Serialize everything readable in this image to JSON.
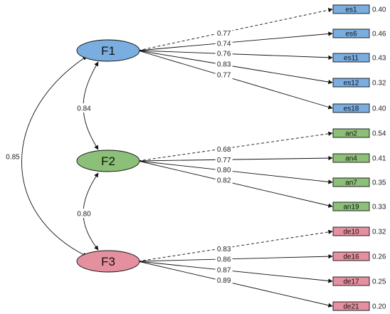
{
  "factors": [
    {
      "name": "F1",
      "color": "#7aaee0"
    },
    {
      "name": "F2",
      "color": "#8cc078"
    },
    {
      "name": "F3",
      "color": "#e5909e"
    }
  ],
  "correlations": [
    {
      "from": "F1",
      "to": "F2",
      "value": "0.84"
    },
    {
      "from": "F2",
      "to": "F3",
      "value": "0.80"
    },
    {
      "from": "F1",
      "to": "F3",
      "value": "0.85"
    }
  ],
  "indicators": [
    {
      "factor": "F1",
      "name": "es1",
      "loading": "0.77",
      "error": "0.40",
      "dashed": true
    },
    {
      "factor": "F1",
      "name": "es6",
      "loading": "0.74",
      "error": "0.46",
      "dashed": false
    },
    {
      "factor": "F1",
      "name": "es11",
      "loading": "0.76",
      "error": "0.43",
      "dashed": false
    },
    {
      "factor": "F1",
      "name": "es12",
      "loading": "0.83",
      "error": "0.32",
      "dashed": false
    },
    {
      "factor": "F1",
      "name": "es18",
      "loading": "0.77",
      "error": "0.40",
      "dashed": false
    },
    {
      "factor": "F2",
      "name": "an2",
      "loading": "0.68",
      "error": "0.54",
      "dashed": true
    },
    {
      "factor": "F2",
      "name": "an4",
      "loading": "0.77",
      "error": "0.41",
      "dashed": false
    },
    {
      "factor": "F2",
      "name": "an7",
      "loading": "0.80",
      "error": "0.35",
      "dashed": false
    },
    {
      "factor": "F2",
      "name": "an19",
      "loading": "0.82",
      "error": "0.33",
      "dashed": false
    },
    {
      "factor": "F3",
      "name": "de10",
      "loading": "0.83",
      "error": "0.32",
      "dashed": true
    },
    {
      "factor": "F3",
      "name": "de16",
      "loading": "0.86",
      "error": "0.26",
      "dashed": false
    },
    {
      "factor": "F3",
      "name": "de17",
      "loading": "0.87",
      "error": "0.25",
      "dashed": false
    },
    {
      "factor": "F3",
      "name": "de21",
      "loading": "0.89",
      "error": "0.20",
      "dashed": false
    }
  ]
}
